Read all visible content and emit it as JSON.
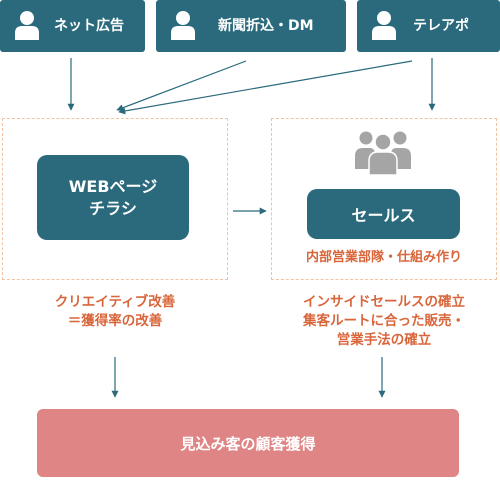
{
  "sources": [
    {
      "label": "ネット広告",
      "icon": "person-icon"
    },
    {
      "label": "新聞折込・DM",
      "icon": "person-icon"
    },
    {
      "label": "テレアポ",
      "icon": "person-icon"
    }
  ],
  "left_panel": {
    "box_line1": "WEBページ",
    "box_line2": "チラシ",
    "caption_line1": "クリエイティブ改善",
    "caption_line2": "＝獲得率の改善"
  },
  "right_panel": {
    "icon": "group-people-icon",
    "box_label": "セールス",
    "sub_label": "内部営業部隊・仕組み作り",
    "caption_line1": "インサイドセールスの確立",
    "caption_line2": "集客ルートに合った販売・",
    "caption_line3": "営業手法の確立"
  },
  "result": {
    "label": "見込み客の顧客獲得"
  },
  "colors": {
    "teal": "#2a6a7c",
    "orange_text": "#d9653a",
    "dashed_border": "#f2c3a2",
    "result_pink": "#e08585",
    "group_icon_gray": "#a5a5a5"
  }
}
